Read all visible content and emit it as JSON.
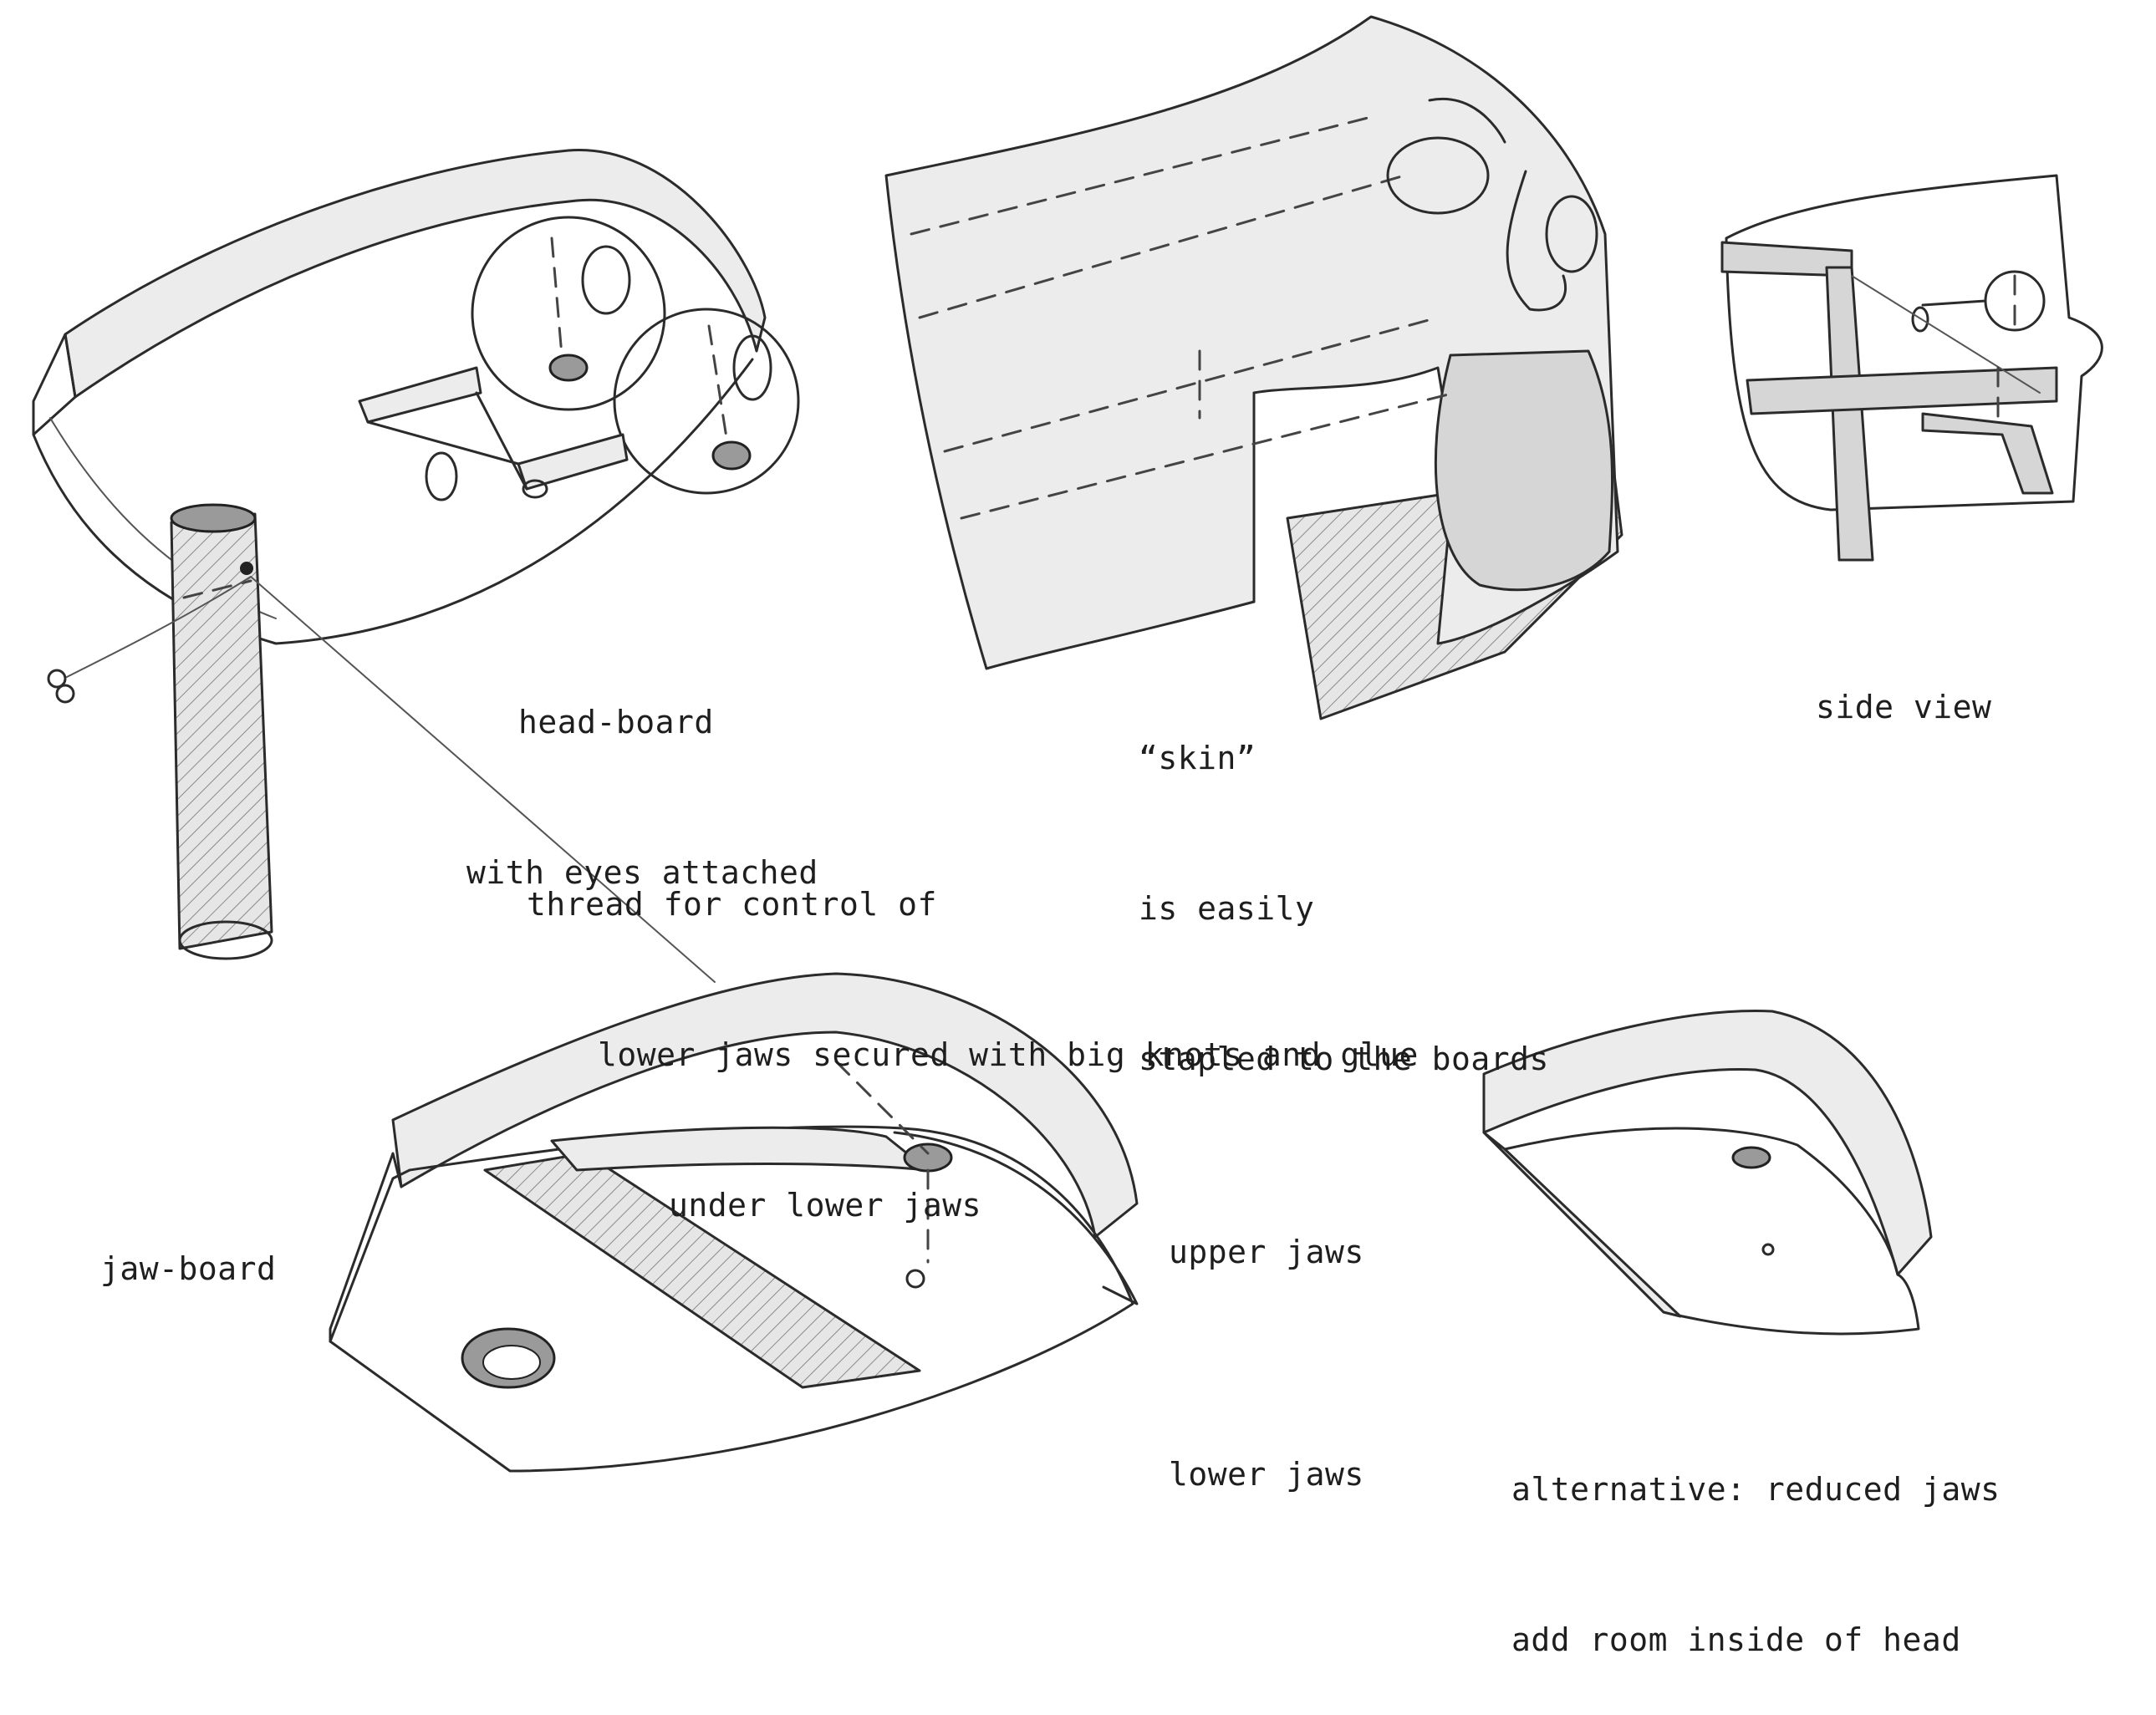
{
  "labels": {
    "head_board": [
      "head-board",
      "with eyes attached"
    ],
    "skin": [
      "“skin”",
      "is easily",
      "stapled to the boards"
    ],
    "side_view": "side view",
    "thread": [
      "thread for control of",
      "lower jaws secured with big knots and glue",
      "under lower jaws"
    ],
    "jaw_board": "jaw-board",
    "upper_jaws": "upper jaws",
    "lower_jaws": "lower jaws",
    "alternative": [
      "alternative: reduced jaws",
      "add room inside of head"
    ]
  }
}
